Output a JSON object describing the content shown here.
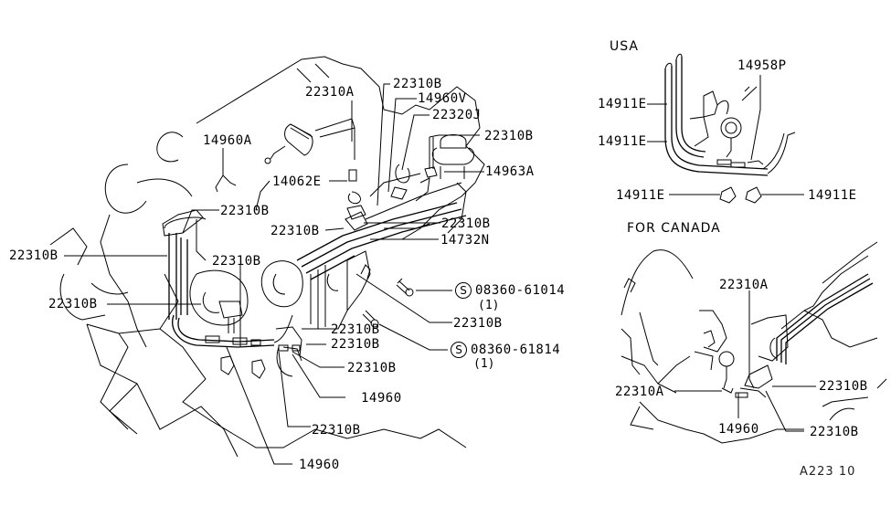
{
  "diagram": {
    "title": "Vacuum Piping / Emission Control Hoses",
    "main": {
      "labels": {
        "l_22310A_top": "22310A",
        "l_14960A": "14960A",
        "l_14062E": "14062E",
        "l_22310B_top": "22310B",
        "l_14960V": "14960V",
        "l_22320J": "22320J",
        "l_22310B_valve": "22310B",
        "l_14963A": "14963A",
        "l_22310B_left_upper": "22310B",
        "l_22310B_far_left": "22310B",
        "l_22310B_mid": "22310B",
        "l_22310B_center": "22310B",
        "l_22310B_right_a": "22310B",
        "l_14732N": "14732N",
        "l_22310B_left_lower": "22310B",
        "l_08360_61014": "08360-61014",
        "l_08360_61014_qty": "(1)",
        "l_22310B_right_b": "22310B",
        "l_22310B_low1": "22310B",
        "l_22310B_low2": "22310B",
        "l_08360_61814": "08360-61814",
        "l_08360_61814_qty": "(1)",
        "l_22310B_low3": "22310B",
        "l_14960_a": "14960",
        "l_22310B_low4": "22310B",
        "l_14960_b": "14960"
      },
      "standard_part_symbol": "S"
    },
    "usa": {
      "section_title": "USA",
      "labels": {
        "l_14958P": "14958P",
        "l_14911E_1": "14911E",
        "l_14911E_2": "14911E",
        "l_14911E_3": "14911E",
        "l_14911E_4": "14911E"
      }
    },
    "canada": {
      "section_title": "FOR CANADA",
      "labels": {
        "l_22310A_upper": "22310A",
        "l_22310A_lower": "22310A",
        "l_22310B_a": "22310B",
        "l_22310B_b": "22310B",
        "l_14960": "14960"
      }
    },
    "drawing_code": "A223 10"
  }
}
